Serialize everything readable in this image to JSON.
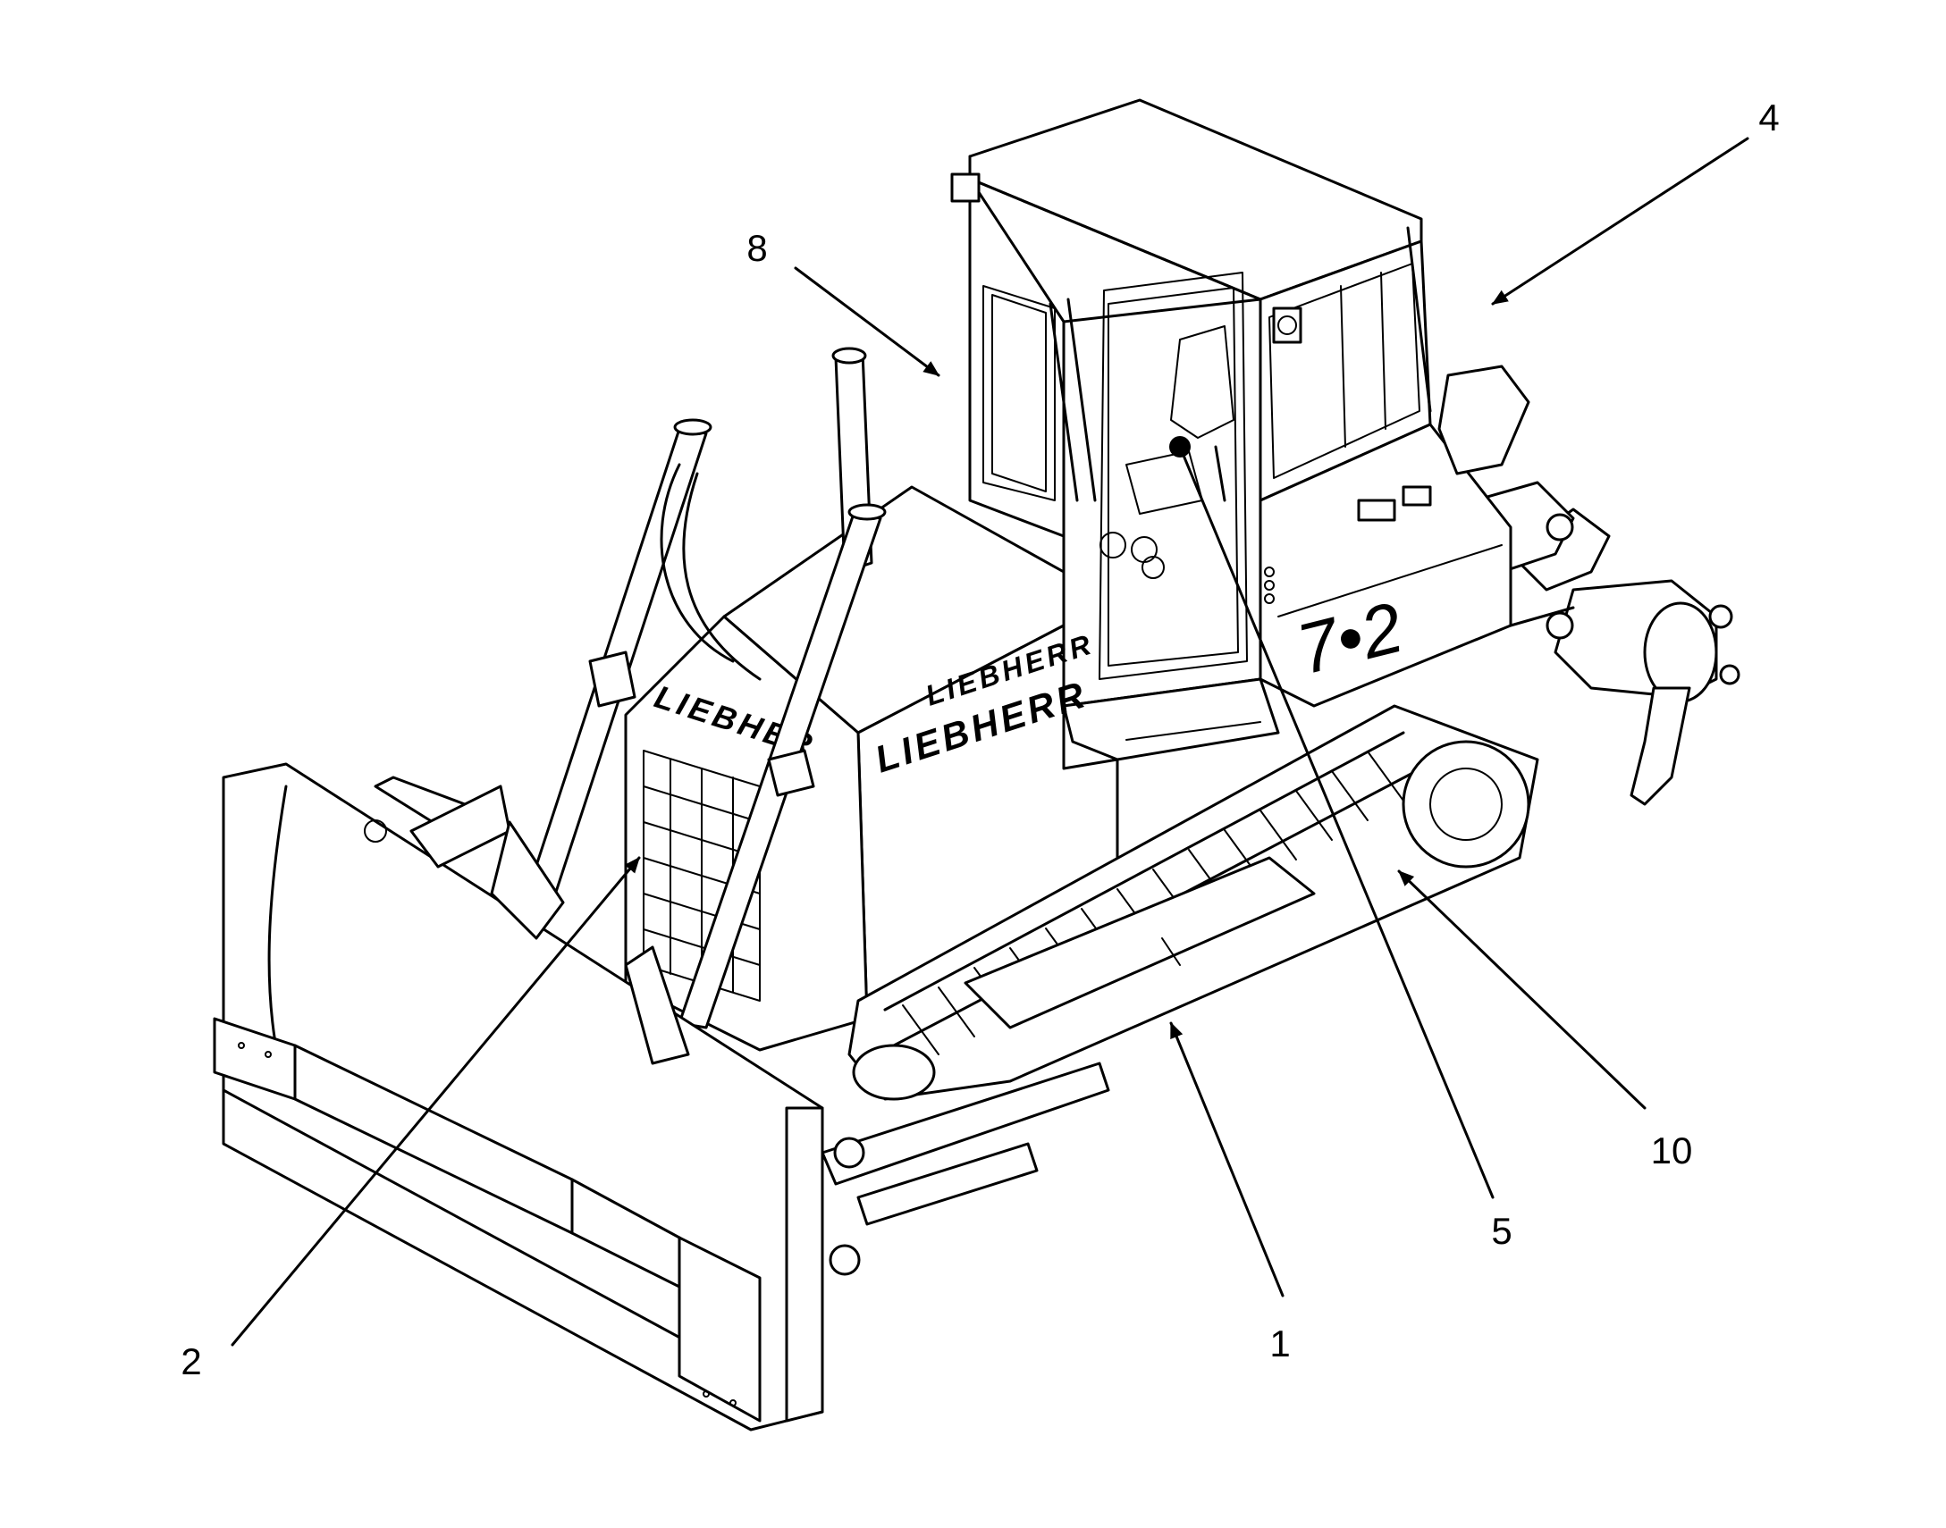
{
  "brand": {
    "hood_side": "LIEBHERR",
    "cab_side": "LIEBHERR",
    "grille": "LIEBHER"
  },
  "model_mark": "7•2",
  "callouts": [
    {
      "id": "c1",
      "label": "1"
    },
    {
      "id": "c2",
      "label": "2"
    },
    {
      "id": "c4",
      "label": "4"
    },
    {
      "id": "c5",
      "label": "5"
    },
    {
      "id": "c8",
      "label": "8"
    },
    {
      "id": "c10",
      "label": "10"
    }
  ],
  "colors": {
    "line": "#000000",
    "background": "#ffffff"
  }
}
